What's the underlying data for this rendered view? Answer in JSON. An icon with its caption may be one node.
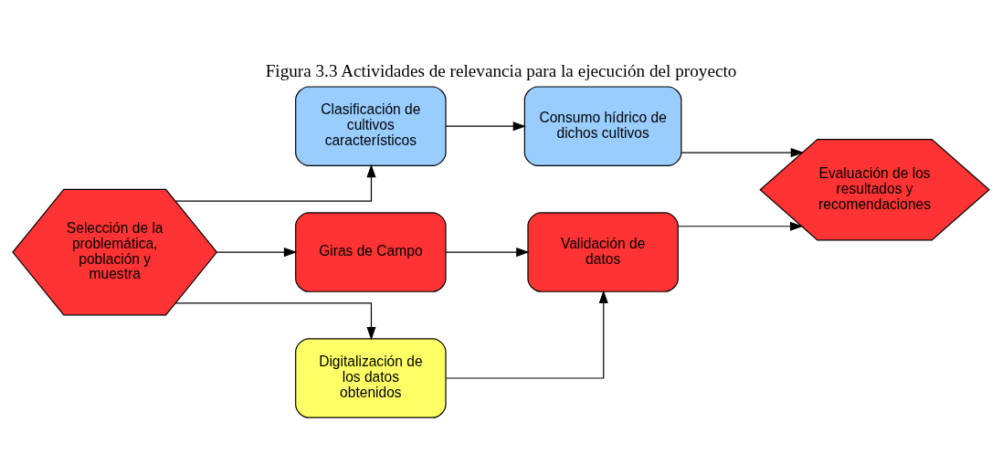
{
  "diagram": {
    "title": "Figura 3.3 Actividades de relevancia para la ejecución del proyecto",
    "nodes": [
      {
        "text": [
          "Selección de la problemática, población y muestra"
        ]
      },
      {
        "text": [
          "Clasificación de cultivos característicos"
        ]
      },
      {
        "text": [
          "Consumo hídrico de dichos cultivos"
        ]
      },
      {
        "text": [
          "Giras de Campo"
        ]
      },
      {
        "text": [
          "Validación de datos"
        ]
      },
      {
        "text": [
          "Digitalización de los datos obtenidos"
        ]
      },
      {
        "text": [
          "Evaluación de los resultados y recomendaciones"
        ]
      }
    ],
    "edges": [
      {
        "from": 0,
        "to": 1,
        "arrow": "to"
      },
      {
        "from": 1,
        "to": 2,
        "arrow": "to"
      },
      {
        "from": 2,
        "to": 6,
        "arrow": "to"
      },
      {
        "from": 0,
        "to": 3,
        "arrow": "to"
      },
      {
        "from": 3,
        "to": 4,
        "arrow": "to"
      },
      {
        "from": 4,
        "to": 6,
        "arrow": "to"
      },
      {
        "from": 0,
        "to": 5,
        "arrow": "to"
      },
      {
        "from": 5,
        "to": 4,
        "arrow": "to"
      }
    ]
  }
}
